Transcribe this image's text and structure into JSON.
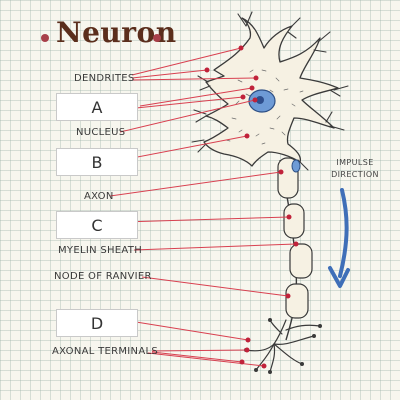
{
  "title": "Neuron",
  "labels": {
    "dendrites": "DENDRITES",
    "nucleus": "NUCLEUS",
    "axon": "AXON",
    "myelin_sheath": "MYELIN SHEATH",
    "node_of_ranvier": "NODE OF RANVIER",
    "axonal_terminals": "AXONAL TERMINALS"
  },
  "boxes": {
    "a": "A",
    "b": "B",
    "c": "C",
    "d": "D"
  },
  "impulse_direction": [
    "IMPULSE",
    "DIRECTION"
  ],
  "colors": {
    "title": "#5b2e1c",
    "leader_line": "#d84050",
    "marker_dot": "#c0223a",
    "arrow": "#3f6fb8",
    "cell_fill": "#f6f1e3",
    "nucleus": "#6e9bd6"
  }
}
